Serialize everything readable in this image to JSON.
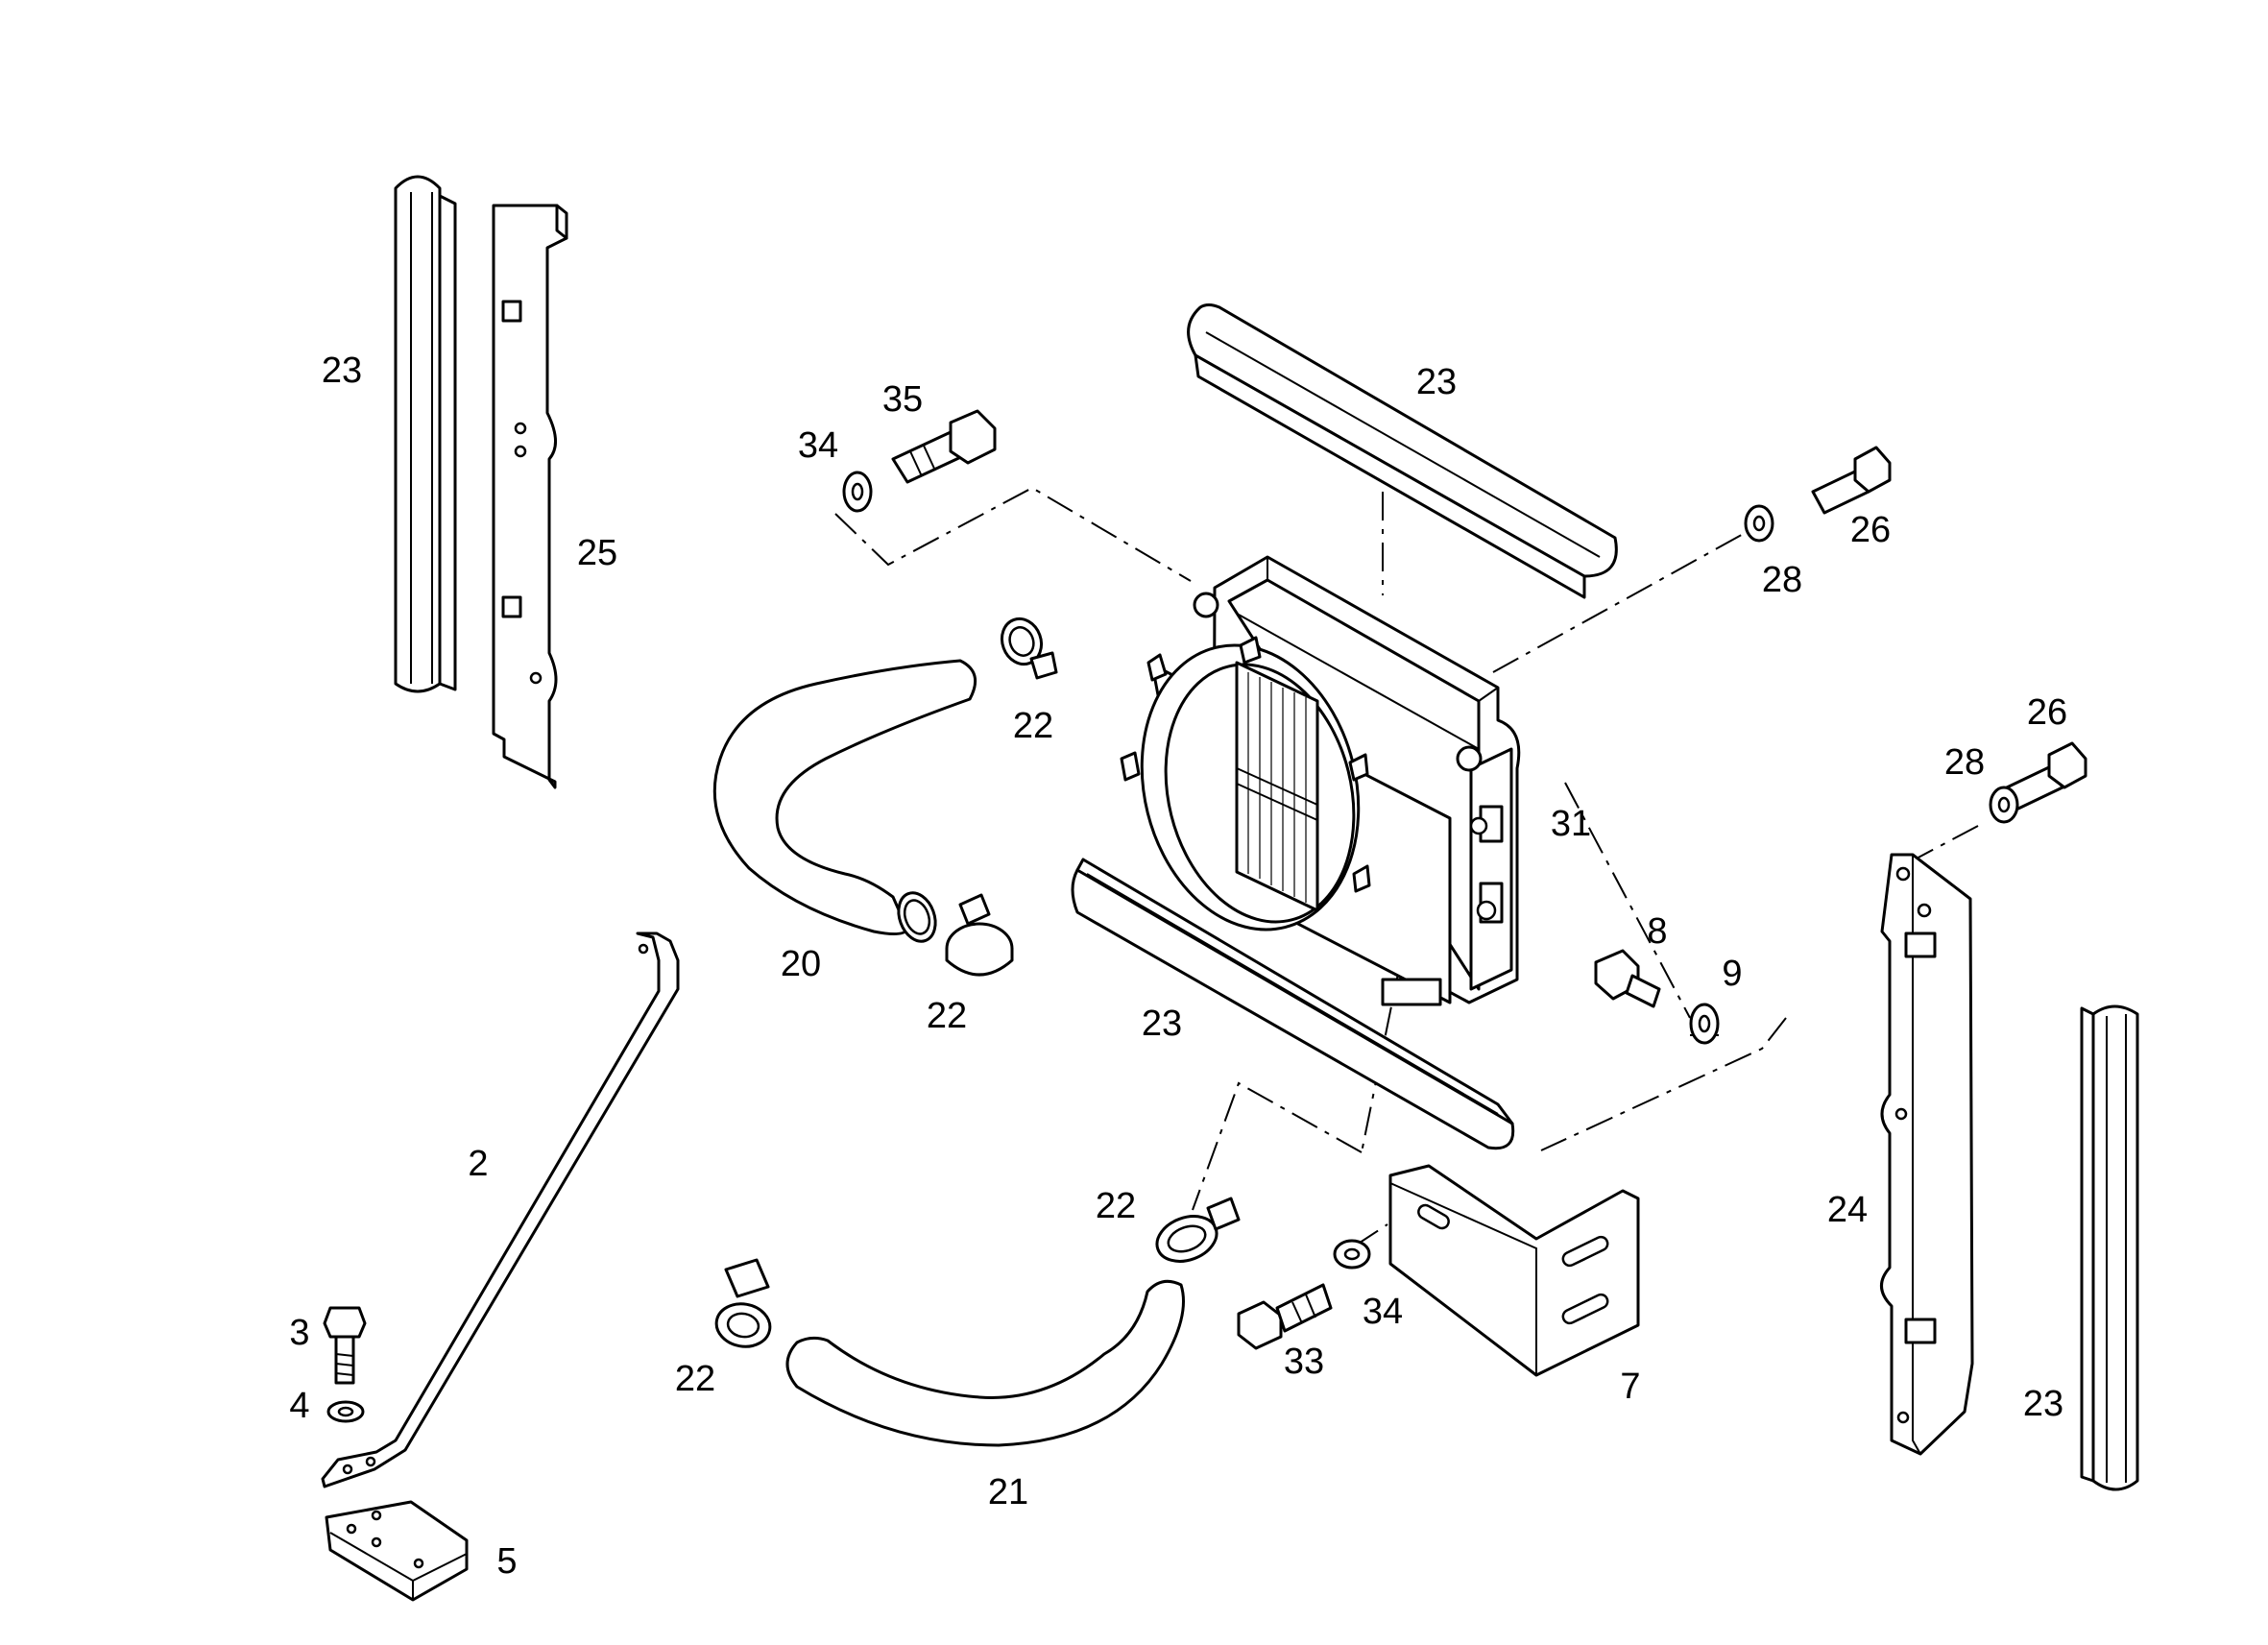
{
  "diagram": {
    "callouts": {
      "c_23_top_left": "23",
      "c_25": "25",
      "c_35": "35",
      "c_34_top": "34",
      "c_23_top_right": "23",
      "c_26_upper": "26",
      "c_28_upper": "28",
      "c_22_upper": "22",
      "c_31": "31",
      "c_26_right": "26",
      "c_28_right": "28",
      "c_20": "20",
      "c_22_mid": "22",
      "c_23_mid": "23",
      "c_8": "8",
      "c_9": "9",
      "c_2": "2",
      "c_22_lower_mid": "22",
      "c_24": "24",
      "c_3": "3",
      "c_4": "4",
      "c_34_lower": "34",
      "c_33": "33",
      "c_22_lower_left": "22",
      "c_7": "7",
      "c_23_bottom_right": "23",
      "c_21": "21",
      "c_5": "5"
    }
  }
}
